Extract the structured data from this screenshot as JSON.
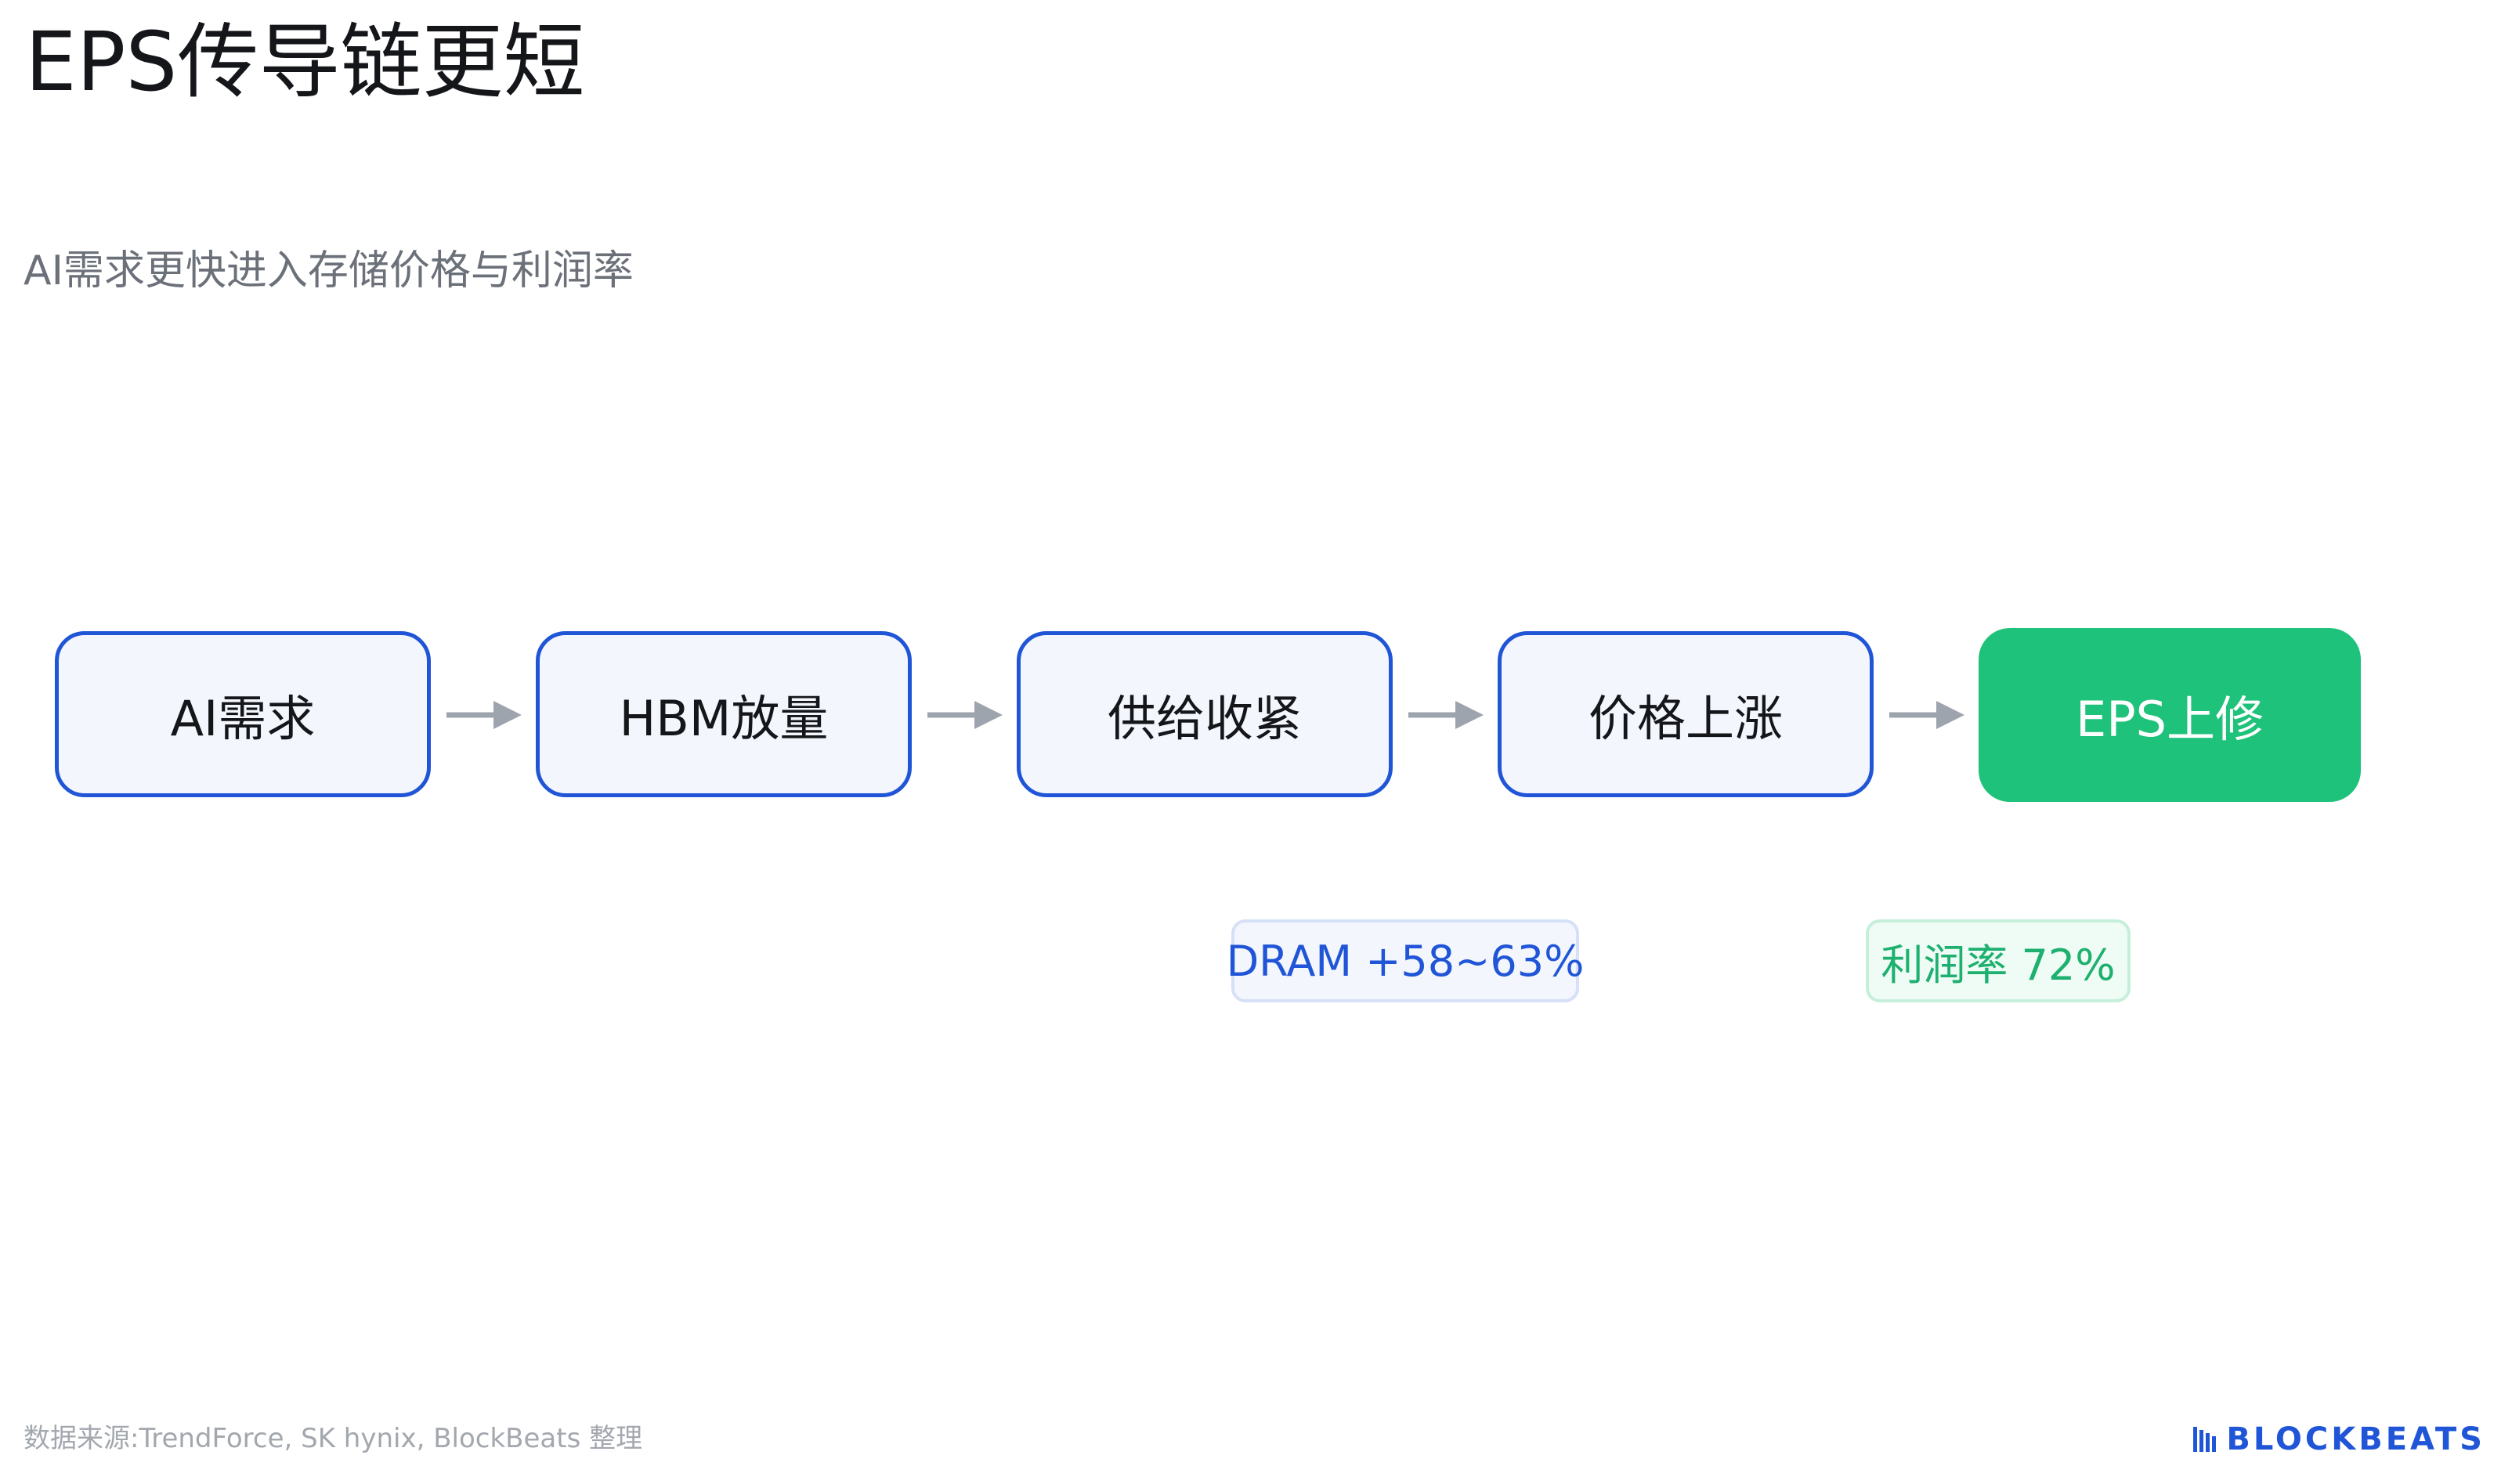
{
  "title": "EPS传导链更短",
  "subtitle": "AI需求更快进入存储价格与利润率",
  "chain": [
    {
      "label": "AI需求"
    },
    {
      "label": "HBM放量"
    },
    {
      "label": "供给收紧"
    },
    {
      "label": "价格上涨"
    },
    {
      "label": "EPS上修"
    }
  ],
  "badges": {
    "dram": "DRAM +58~63%",
    "margin": "利润率 72%"
  },
  "footer": {
    "source": "数据来源:TrendForce, SK hynix, BlockBeats 整理",
    "logo_text": "BLOCKBEATS"
  },
  "colors": {
    "node_border": "#1f55d6",
    "node_fill": "#f3f6fd",
    "final_fill": "#1fc27a",
    "arrow": "#9ea4ad"
  }
}
